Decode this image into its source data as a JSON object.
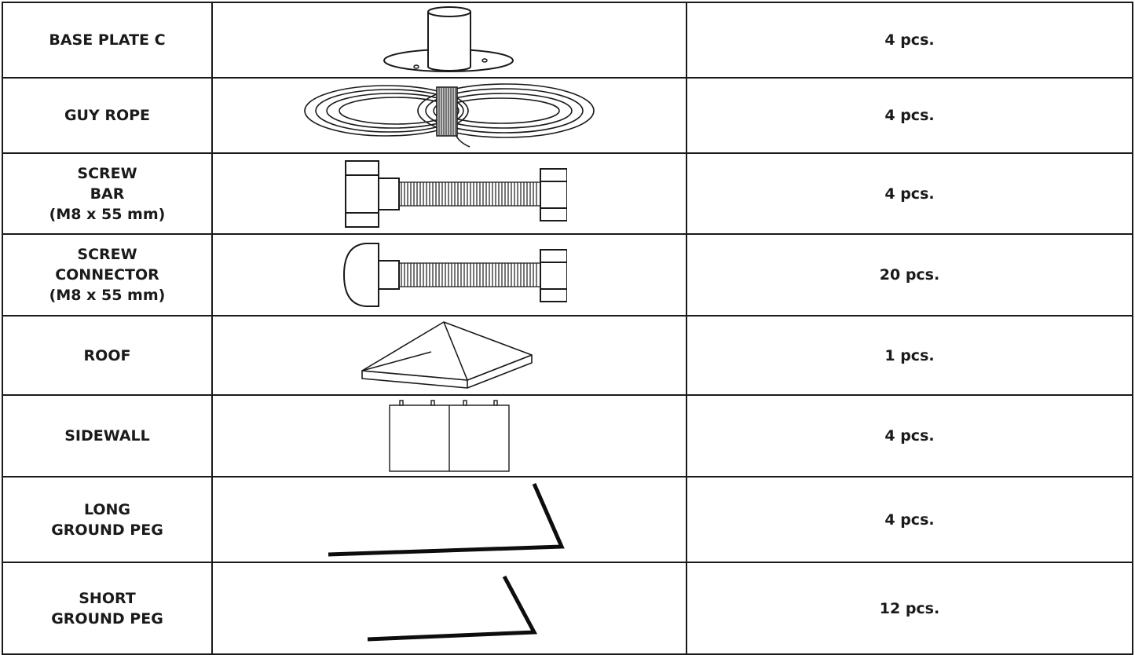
{
  "parts": [
    {
      "name": "BASE PLATE C",
      "illustration": "base-plate-icon",
      "quantity": "4 pcs."
    },
    {
      "name": "GUY ROPE",
      "illustration": "guy-rope-icon",
      "quantity": "4 pcs."
    },
    {
      "name": "SCREW\nBAR\n(M8 x 55 mm)",
      "illustration": "screw-bar-icon",
      "quantity": "4 pcs."
    },
    {
      "name": "SCREW\nCONNECTOR\n(M8 x 55 mm)",
      "illustration": "screw-connector-icon",
      "quantity": "20 pcs."
    },
    {
      "name": "ROOF",
      "illustration": "roof-icon",
      "quantity": "1 pcs."
    },
    {
      "name": "SIDEWALL",
      "illustration": "sidewall-icon",
      "quantity": "4 pcs."
    },
    {
      "name": "LONG\nGROUND PEG",
      "illustration": "long-ground-peg-icon",
      "quantity": "4 pcs."
    },
    {
      "name": "SHORT\nGROUND PEG",
      "illustration": "short-ground-peg-icon",
      "quantity": "12 pcs."
    }
  ]
}
